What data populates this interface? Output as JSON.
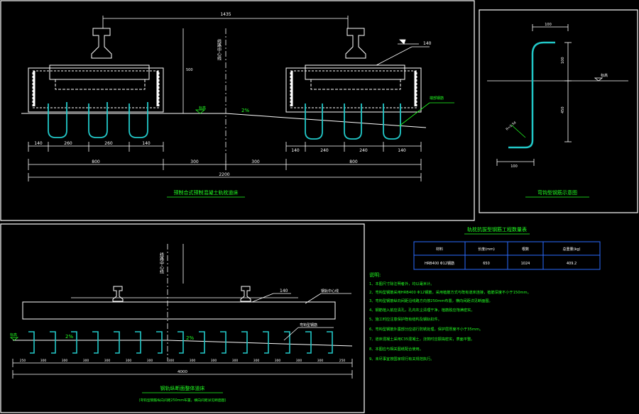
{
  "drawing_a": {
    "title": "预制合式预制混凝土轨枕道床",
    "overall_top_dim": "1435",
    "rail_label": "140",
    "center_text": "线路中心线",
    "rebar_note": "端部钢筋",
    "grade_mark": "标高",
    "slope": "2%",
    "sub_dims_left": [
      "140",
      "260",
      "260",
      "140"
    ],
    "sub_dims_right": [
      "140",
      "240",
      "240",
      "140"
    ],
    "main_dims": [
      "800",
      "300",
      "300",
      "800"
    ],
    "total_dim": "2200",
    "height_dim": "500"
  },
  "drawing_b": {
    "title": "弯钩型钢筋示意图",
    "dim_top": "100",
    "dim_mid": "100",
    "dim_long": "450",
    "dim_bottom": "100",
    "radius": "R=2.5d",
    "grade_mark": "标高"
  },
  "table": {
    "title": "轨枕抗拔型钢筋工程数量表",
    "headers": [
      "材料",
      "长度(mm)",
      "根数",
      "总重量(kg)"
    ],
    "row": [
      "HRB400 Φ12钢筋",
      "650",
      "1024",
      "409.2"
    ]
  },
  "notes": {
    "heading": "说明:",
    "items": [
      "1、本图尺寸除注明者外，均以毫米计。",
      "2、弯钩型钢筋采用HRB400 Φ12钢筋，采用植筋方式与既有道床连接，植筋深度不小于150mm。",
      "3、弯钩型钢筋纵向间距沿线路方向按250mm布置，横向间距详见断面图。",
      "4、钢筋植入前应清孔，孔内灰尘清理干净，植筋胶应饱满密实。",
      "5、施工时应注意保护既有结构及钢轨扣件。",
      "6、弯钩型钢筋外露部分应进行防锈处理，保护层厚度不小于35mm。",
      "7、道床混凝土采用C35混凝土，浇筑时应振捣密实，表面平整。",
      "8、本图应与相关图纸配合使用。",
      "9、未尽事宜按国家现行有关规范执行。"
    ]
  },
  "drawing_c": {
    "title": "钢轨纵断面整体道床",
    "subtitle": "(弯钩型钢筋纵向间距250mm布置，横向间距详见断面图)",
    "rail_label": "140",
    "center_text": "线路中心线",
    "label_right_top": "钢轨中心线",
    "label_right_mid": "弯钩型钢筋",
    "grade_mark": "标高",
    "slope_left": "2%",
    "slope_right": "2%",
    "bottom_dims": [
      "250",
      "300",
      "300",
      "300",
      "300",
      "300",
      "300",
      "300",
      "300",
      "300",
      "300",
      "300",
      "300",
      "300",
      "300",
      "250"
    ],
    "total_dim": "4000"
  },
  "colors": {
    "rebar": "#22c8c8",
    "annotation": "#22ff22",
    "frame": "#ffffff",
    "table_border": "#2a6cff"
  }
}
